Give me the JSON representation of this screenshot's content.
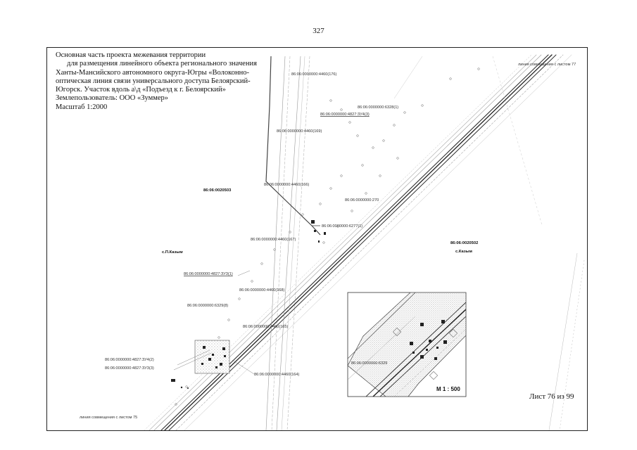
{
  "page_number": "327",
  "title_lines": [
    "Основная часть проекта межевания территории",
    "для размещения линейного объекта  регионального значения",
    "Ханты-Мансийского автономного округа-Югры «Волоконно-",
    "оптическая линия связи универсального доступа Белоярский-",
    "Югорск. Участок вдоль а\\д «Подъезд к г. Белоярский»",
    "Землепользователь: ООО «Зуммер»",
    "Масштаб 1:2000"
  ],
  "sheet_label": "Лист 76 из 99",
  "inset_scale": "М 1 : 500",
  "map_labels": {
    "match_top": "линия совмещения с листом 77",
    "match_bottom": "линия совмещения с листом 75",
    "p4460_176": "86:06:0000000:4460(176)",
    "p6328_1": "86:06:0000000:6328(1)",
    "p4827_4_3": "86:06:0000000:4827:ЗУ4(3)",
    "p4460_169": "86:06:0000000:4460(169)",
    "block_0503": "86:06:0020503",
    "p4460_166": "86:06:0000000:4460(166)",
    "p270": "86:06:0000000:270",
    "p6277_1": "86:06:0000000:6277(1)",
    "p4460_167": "86:06:0000000:4460(167)",
    "block_0502": "86:06:0020502",
    "place_west": "с.П.Казым",
    "place_east": "с.Казым",
    "p4827_3_1": "86:06:0000000:4827:ЗУ3(1)",
    "p4460_168": "86:06:0000000:4460(168)",
    "p6329_8": "86:06:0000000:6329(8)",
    "p4460_165": "86:06:0000000:4460(165)",
    "p4827_4_2": "86:06:0000000:4827:ЗУ4(2)",
    "p4827_3_3": "86:06:0000000:4827:ЗУ3(3)",
    "p4460_164": "86:06:0000000:4460(164)",
    "inset_parcel": "86:06:0000000:6329"
  }
}
